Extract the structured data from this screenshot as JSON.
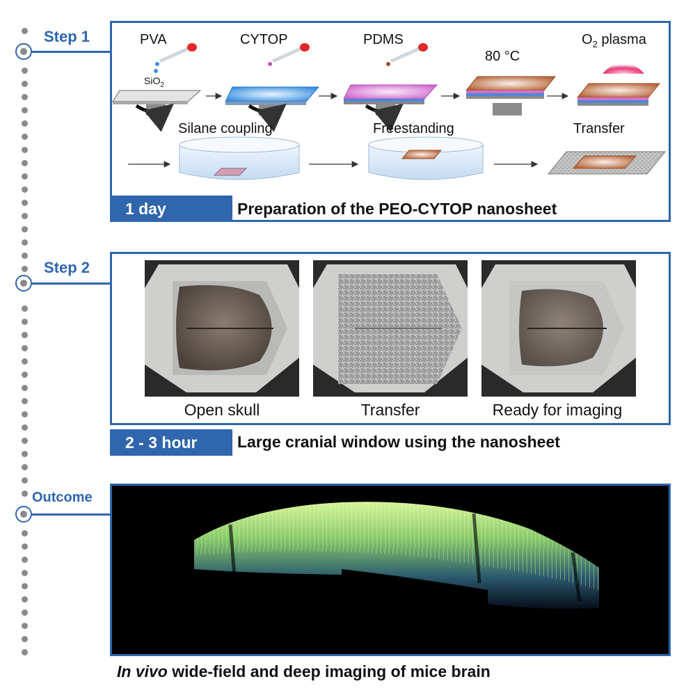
{
  "timeline": {
    "step1_label": "Step 1",
    "step2_label": "Step 2",
    "outcome_label": "Outcome"
  },
  "step1": {
    "materials": [
      "PVA",
      "CYTOP",
      "PDMS"
    ],
    "temperature": "80 °C",
    "plasma_prefix": "O",
    "plasma_sub": "2",
    "plasma_suffix": " plasma",
    "substrate_prefix": "SiO",
    "substrate_sub": "2",
    "stages": [
      "Silane coupling",
      "Freestanding",
      "Transfer"
    ],
    "duration": "1 day",
    "caption": "Preparation of the PEO-CYTOP nanosheet"
  },
  "step2": {
    "photos": [
      "Open skull",
      "Transfer",
      "Ready for imaging"
    ],
    "duration": "2 - 3 hour",
    "caption": "Large cranial window using the nanosheet"
  },
  "outcome": {
    "caption_italic": "In vivo",
    "caption_rest": " wide-field and deep imaging of mice brain"
  },
  "colors": {
    "accent": "#2f66ad",
    "timeline_dot": "#8a8a8a",
    "fluorescence": "#c8f08a"
  }
}
